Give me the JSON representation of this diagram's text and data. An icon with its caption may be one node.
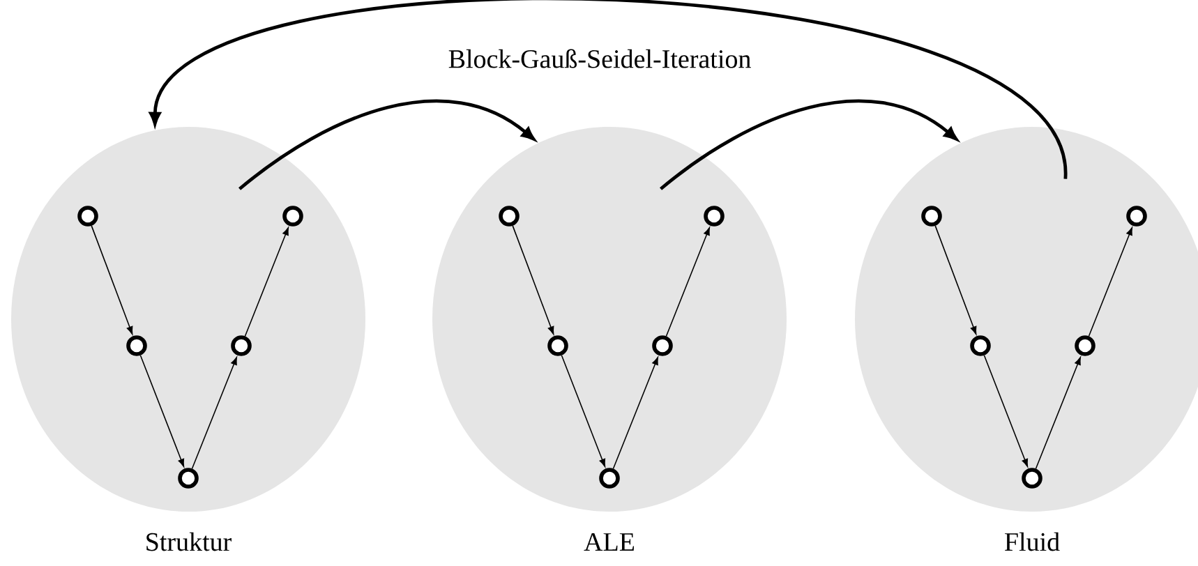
{
  "diagram": {
    "nodes": [
      {
        "text": [
          "Struktur"
        ]
      },
      {
        "text": [],
        "shape": "circle",
        "in": 0
      },
      {
        "text": [],
        "shape": "circle",
        "in": 0
      },
      {
        "text": [],
        "shape": "circle",
        "in": 0
      },
      {
        "text": [],
        "shape": "circle",
        "in": 0
      },
      {
        "text": [],
        "shape": "circle",
        "in": 0
      },
      {
        "text": [
          "ALE"
        ]
      },
      {
        "text": [],
        "shape": "circle",
        "in": 6
      },
      {
        "text": [],
        "shape": "circle",
        "in": 6
      },
      {
        "text": [],
        "shape": "circle",
        "in": 6
      },
      {
        "text": [],
        "shape": "circle",
        "in": 6
      },
      {
        "text": [],
        "shape": "circle",
        "in": 6
      },
      {
        "text": [
          "Fluid"
        ]
      },
      {
        "text": [],
        "shape": "circle",
        "in": 12
      },
      {
        "text": [],
        "shape": "circle",
        "in": 12
      },
      {
        "text": [],
        "shape": "circle",
        "in": 12
      },
      {
        "text": [],
        "shape": "circle",
        "in": 12
      },
      {
        "text": [],
        "shape": "circle",
        "in": 12
      }
    ],
    "edges": [
      {
        "from": 1,
        "to": 2,
        "arrow": "to"
      },
      {
        "from": 2,
        "to": 3,
        "arrow": "to"
      },
      {
        "from": 3,
        "to": 4,
        "arrow": "to"
      },
      {
        "from": 4,
        "to": 5,
        "arrow": "to"
      },
      {
        "from": 7,
        "to": 8,
        "arrow": "to"
      },
      {
        "from": 8,
        "to": 9,
        "arrow": "to"
      },
      {
        "from": 9,
        "to": 10,
        "arrow": "to"
      },
      {
        "from": 10,
        "to": 11,
        "arrow": "to"
      },
      {
        "from": 13,
        "to": 14,
        "arrow": "to"
      },
      {
        "from": 14,
        "to": 15,
        "arrow": "to"
      },
      {
        "from": 15,
        "to": 16,
        "arrow": "to"
      },
      {
        "from": 16,
        "to": 17,
        "arrow": "to"
      },
      {
        "from": 0,
        "to": 6,
        "arrow": "to",
        "style": "thick"
      },
      {
        "from": 6,
        "to": 12,
        "arrow": "to",
        "style": "thick"
      },
      {
        "from": 12,
        "to": 0,
        "arrow": "to",
        "style": "thick",
        "label": "Block-Gauß-Seidel-Iteration"
      }
    ]
  }
}
